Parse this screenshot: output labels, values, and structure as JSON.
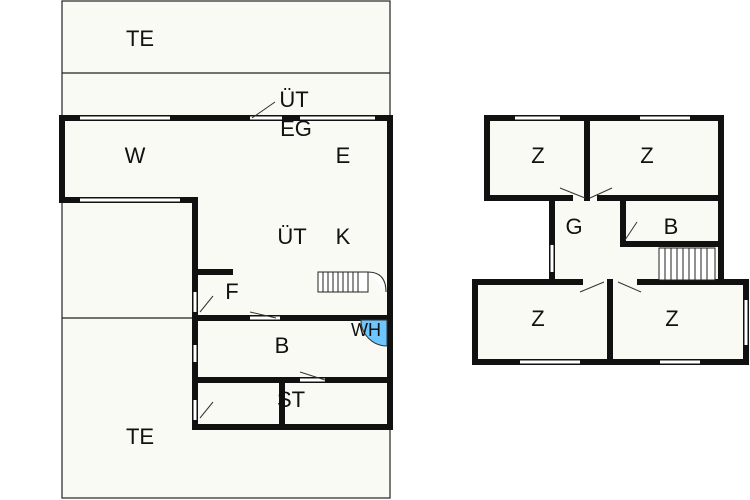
{
  "labels": {
    "terrace_top": "TE",
    "terrace_bottom": "TE",
    "passage_top": "ÜT",
    "ground_floor": "EG",
    "living": "W",
    "dining": "E",
    "passage_mid": "ÜT",
    "kitchen": "K",
    "hallway": "F",
    "utility": "WH",
    "bath_ground": "B",
    "storage": "ST",
    "room_ul": "Z",
    "room_ur": "Z",
    "corridor": "G",
    "bath_upper": "B",
    "room_ll": "Z",
    "room_lr": "Z"
  },
  "colors": {
    "wall": "#111111",
    "floor": "#fafaf4",
    "utility_fill": "#6ec6ff"
  }
}
